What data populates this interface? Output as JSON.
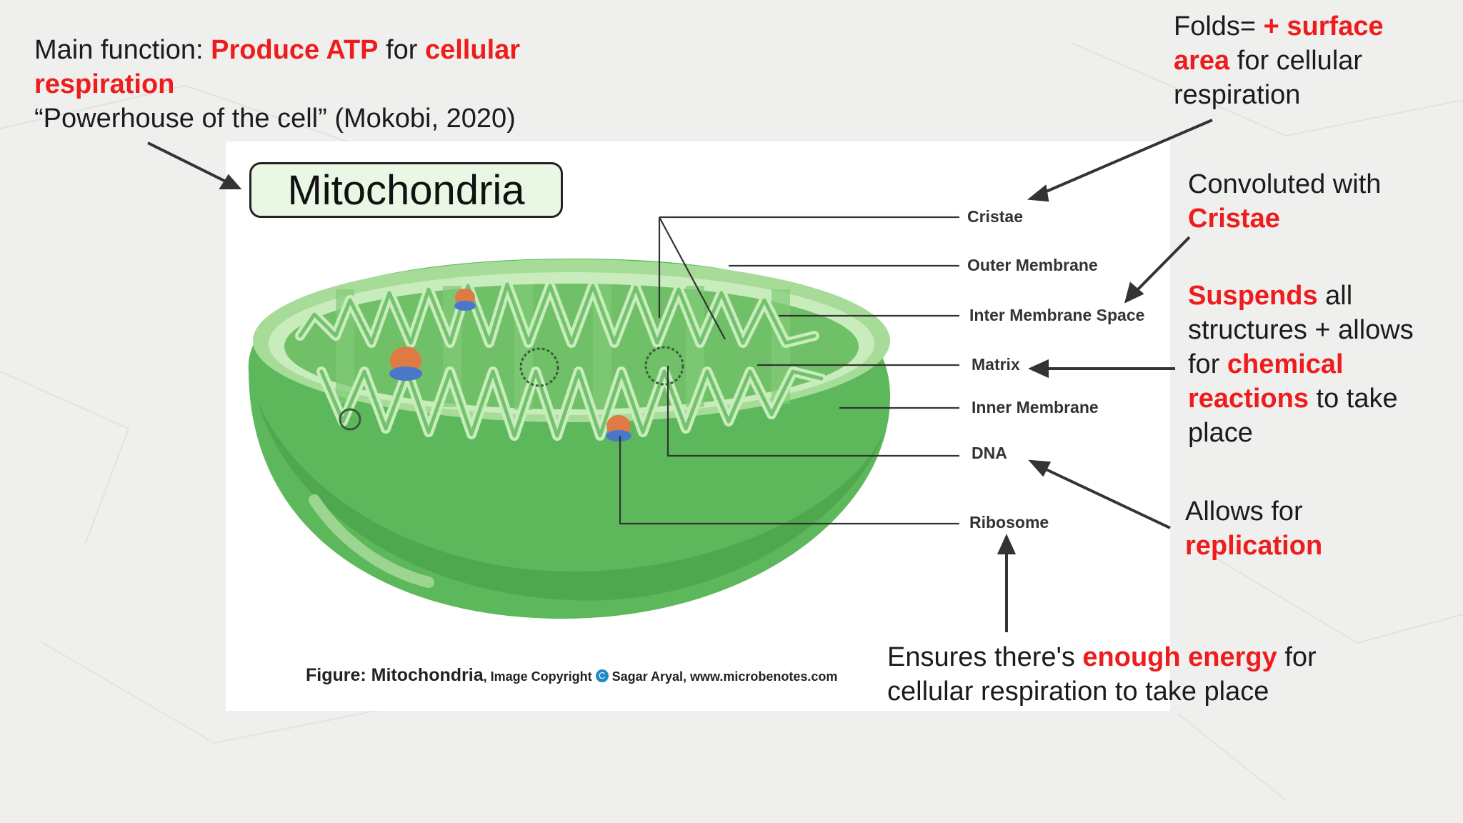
{
  "annotations": {
    "main_function": {
      "line1_prefix": "Main function: ",
      "line1_red1": "Produce ATP",
      "line1_mid": " for ",
      "line1_red2": "cellular",
      "line2_red": "respiration",
      "line3": "“Powerhouse of the cell” (Mokobi, 2020)"
    },
    "folds": {
      "prefix": "Folds= ",
      "red1": "+ surface",
      "red2": "area",
      "rest1": " for cellular",
      "rest2": "respiration"
    },
    "convoluted": {
      "line1": "Convoluted with",
      "red": "Cristae"
    },
    "suspends": {
      "red1": "Suspends",
      "rest1": " all",
      "line2": "structures + allows",
      "prefix3": "for ",
      "red3": "chemical",
      "red4": "reactions",
      "rest4": " to take",
      "line5": "place"
    },
    "replication": {
      "line1": "Allows for",
      "red": "replication"
    },
    "energy": {
      "prefix": "Ensures there's ",
      "red": "enough energy",
      "rest": " for",
      "line2": "cellular respiration to take place"
    }
  },
  "figure": {
    "title": "Mitochondria",
    "labels": {
      "cristae": "Cristae",
      "outer_membrane": "Outer Membrane",
      "inter_membrane_space": "Inter Membrane Space",
      "matrix": "Matrix",
      "inner_membrane": "Inner Membrane",
      "dna": "DNA",
      "ribosome": "Ribosome"
    },
    "caption": {
      "bold": "Figure: Mitochondria",
      "small1": ", Image Copyright ",
      "copyright_symbol": "C",
      "small2": " Sagar Aryal, www.microbenotes.com"
    }
  },
  "colors": {
    "annotation_red": "#ee1c1c",
    "organelle_green": "#5cb85a",
    "organelle_light": "#9fd68f",
    "arrow": "#333333"
  }
}
